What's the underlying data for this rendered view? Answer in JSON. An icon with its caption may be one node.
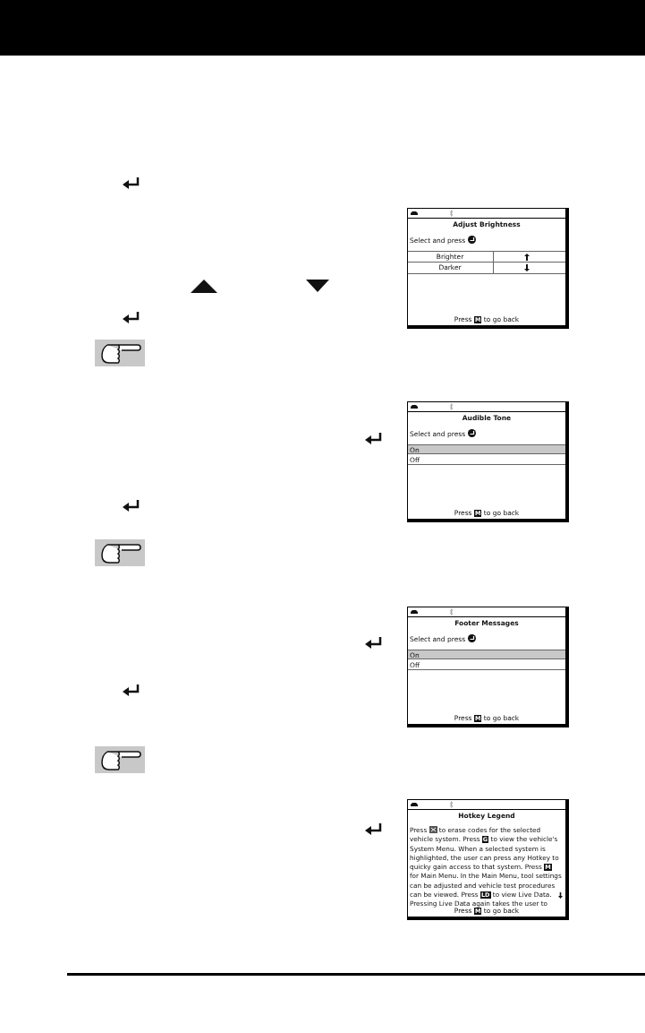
{
  "diagram": {
    "nodes": [
      {
        "text": [
          "Adjust Brightness",
          "Select and press",
          "Brighter",
          "Darker",
          "Press **M** to go back"
        ]
      },
      {
        "text": [
          "Audible Tone",
          "Select and press",
          "On",
          "Off",
          "Press **M** to go back"
        ]
      },
      {
        "text": [
          "Footer Messages",
          "Select and press",
          "On",
          "Off",
          "Press **M** to go back"
        ]
      },
      {
        "text": [
          "Hotkey Legend",
          "Press",
          "to erase codes for the selected vehicle system. Press **G** to view the vehicle's System Menu. When a selected system is highlighted, the user can press any Hotkey to quicky gain access to that system. Press **M** for Main Menu. In the Main Menu, tool settings can be adjusted and vehicle test procedures can be viewed. Press **LD** to view Live Data. Pressing Live Data again takes the user to",
          "Press **M** to go back"
        ]
      }
    ]
  }
}
